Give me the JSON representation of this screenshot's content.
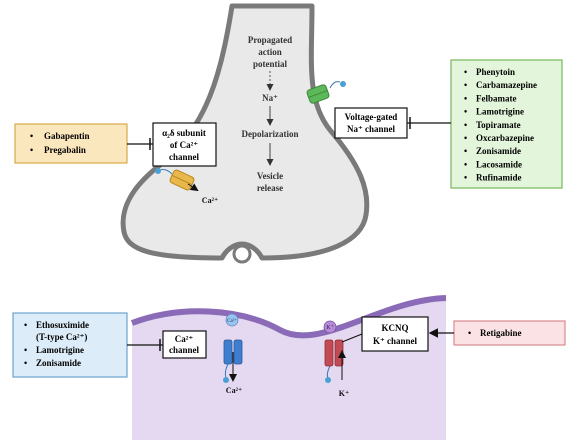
{
  "presynaptic": {
    "pathway": {
      "propagated": "Propagated",
      "action": "action",
      "potential": "potential",
      "na_ion": "Na⁺",
      "depolarization": "Depolarization",
      "vesicle": "Vesicle",
      "release": "release"
    },
    "ca_ion": "Ca²⁺"
  },
  "labels": {
    "alpha2delta_line1": "α₂δ subunit",
    "alpha2delta_line2": "of Ca²⁺",
    "alpha2delta_line3": "channel",
    "nav_line1": "Voltage-gated",
    "nav_line2": "Na⁺ channel",
    "cav_line1": "Ca²⁺",
    "cav_line2": "channel",
    "kcnq_line1": "KCNQ",
    "kcnq_line2": "K⁺ channel"
  },
  "drug_boxes": {
    "gabapentin_group": [
      "Gabapentin",
      "Pregabalin"
    ],
    "sodium_channel_group": [
      "Phenytoin",
      "Carbamazepine",
      "Felbamate",
      "Lamotrigine",
      "Topiramate",
      "Oxcarbazepine",
      "Zonisamide",
      "Lacosamide",
      "Rufinamide"
    ],
    "calcium_channel_group": {
      "first_line1": "Ethosuximide",
      "first_line2": "(T-type Ca²⁺)",
      "rest": [
        "Lamotrigine",
        "Zonisamide"
      ]
    },
    "potassium_channel_group": [
      "Retigabine"
    ]
  },
  "postsynaptic": {
    "ca_top": "Ca²⁺",
    "ca_bottom": "Ca²⁺",
    "k_top": "K⁺",
    "k_bottom": "K⁺"
  },
  "colors": {
    "gabapentin_fill": "#fbe7bd",
    "gabapentin_border": "#d9a94a",
    "sodium_fill": "#e3f5da",
    "sodium_border": "#76b85a",
    "calcium_fill": "#dcecf8",
    "calcium_border": "#6fa3cf",
    "potassium_fill": "#fbe2e4",
    "potassium_border": "#d98a91",
    "neuron_fill": "#e9e9e9",
    "neuron_border": "#7a7a7a",
    "membrane": "#8b6bb8",
    "cytoplasm": "#e4d9f0"
  }
}
